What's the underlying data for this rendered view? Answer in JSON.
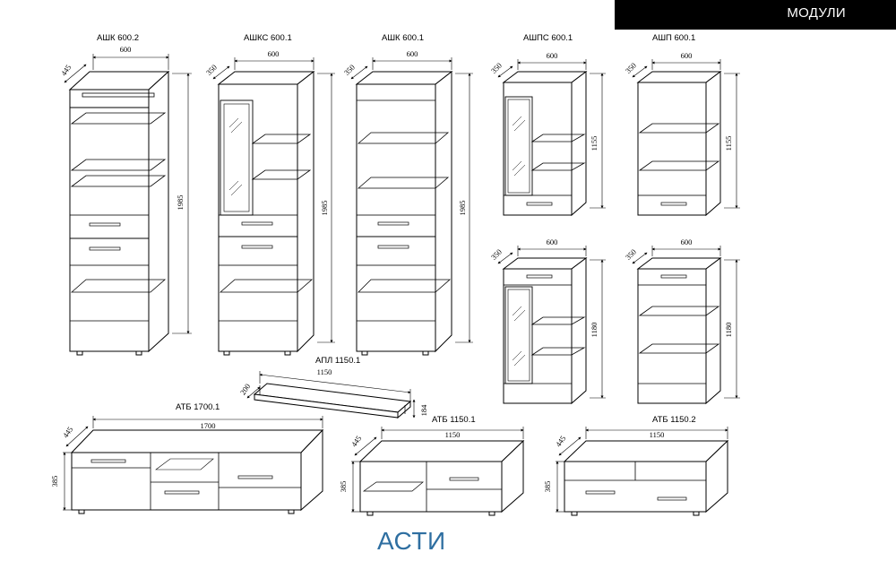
{
  "header": {
    "section_label": "МОДУЛИ"
  },
  "brand": {
    "collection_name": "АСТИ"
  },
  "modules": [
    {
      "code": "АШК 600.2",
      "width": "600",
      "depth": "445",
      "height": "1985"
    },
    {
      "code": "АШКС 600.1",
      "width": "600",
      "depth": "350",
      "height": "1985"
    },
    {
      "code": "АШК 600.1",
      "width": "600",
      "depth": "350",
      "height": "1985"
    },
    {
      "code": "АШПС 600.1",
      "width": "600",
      "depth": "350",
      "height": "1155"
    },
    {
      "code": "АШП 600.1",
      "width": "600",
      "depth": "350",
      "height": "1155"
    },
    {
      "code": "",
      "width": "600",
      "depth": "350",
      "height": "1180"
    },
    {
      "code": "",
      "width": "600",
      "depth": "350",
      "height": "1180"
    },
    {
      "code": "АПЛ 1150.1",
      "width": "1150",
      "depth": "200",
      "height": "184"
    },
    {
      "code": "АТБ 1700.1",
      "width": "1700",
      "depth": "445",
      "height": "385"
    },
    {
      "code": "АТБ 1150.1",
      "width": "1150",
      "depth": "445",
      "height": "385"
    },
    {
      "code": "АТБ 1150.2",
      "width": "1150",
      "depth": "445",
      "height": "385"
    }
  ]
}
